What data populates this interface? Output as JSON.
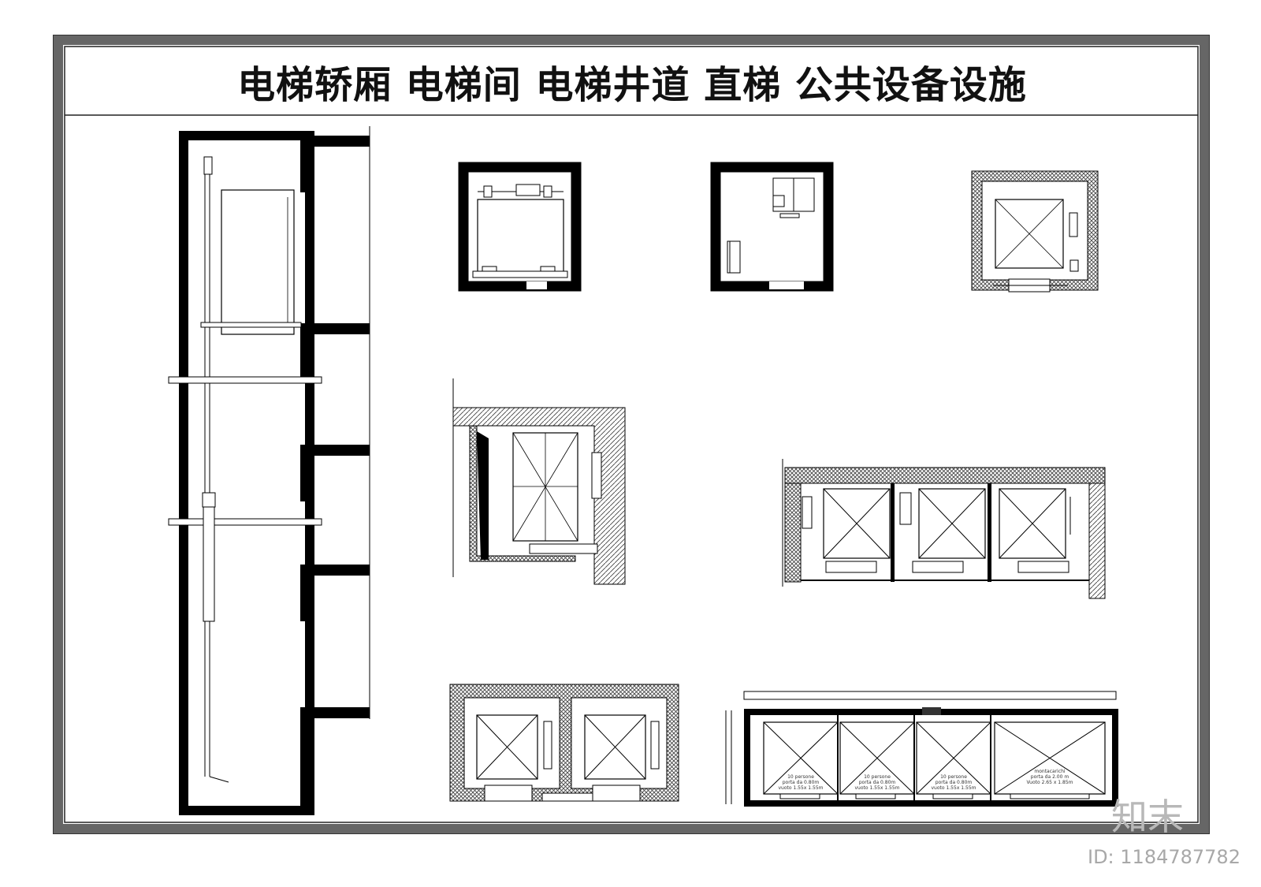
{
  "title": "电梯轿厢  电梯间  电梯井道  直梯  公共设备设施",
  "lift_labels": [
    {
      "line1": "10 persone",
      "line2": "porta da 0.80m",
      "line3": "vuoto 1.55x 1.55m"
    },
    {
      "line1": "10 persone",
      "line2": "porta da 0.80m",
      "line3": "vuoto 1.55x 1.55m"
    },
    {
      "line1": "10 persone",
      "line2": "porta da 0.80m",
      "line3": "vuoto 1.55x 1.55m"
    },
    {
      "line1": "montacarichi",
      "line2": "porta da 2.00 m",
      "line3": "Vuoto 2.65 x 1.85m"
    }
  ],
  "watermark": {
    "logo": "知末",
    "id": "ID: 1184787782"
  },
  "colors": {
    "frame": "#3a3a3a",
    "wall": "#000000",
    "hatch": "#555555",
    "watermark": "#c4c4c4"
  }
}
